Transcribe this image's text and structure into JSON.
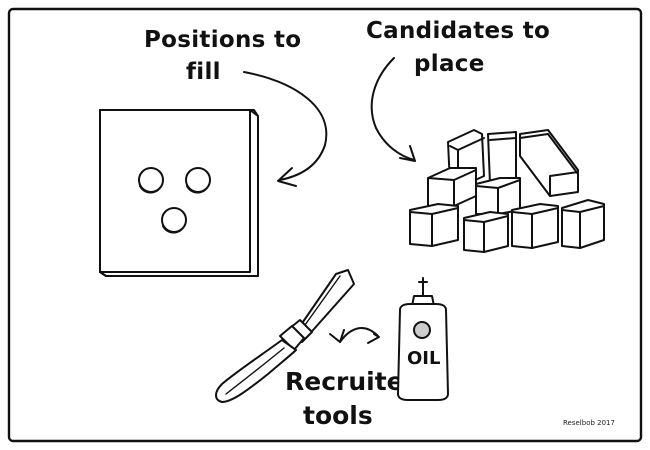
{
  "labels": {
    "positions_line1": "Positions to",
    "positions_line2": "fill",
    "candidates_line1": "Candidates to",
    "candidates_line2": "place",
    "tools_line1": "Recruiter",
    "tools_line2": "tools",
    "bottle_label": "OIL",
    "signature": "Reselbob 2017"
  }
}
